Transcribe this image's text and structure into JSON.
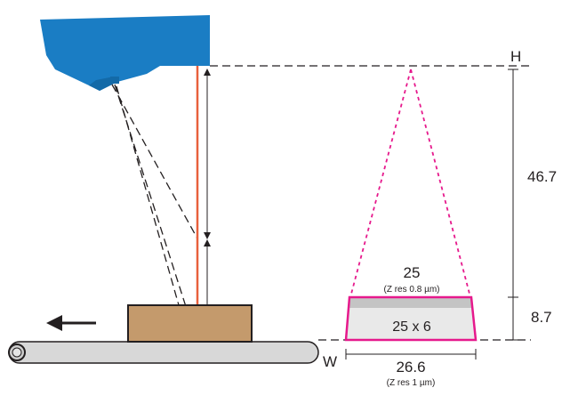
{
  "labels": {
    "top_reference": "H",
    "bottom_reference": "W",
    "height_upper": "46.7",
    "height_lower": "8.7",
    "top_width": "25",
    "top_resolution": "(Z res 0.8 µm)",
    "area_center": "25 x 6",
    "bottom_width": "26.6",
    "bottom_resolution": "(Z res 1 µm)"
  },
  "colors": {
    "sensor": "#1a7dc4",
    "sensor_dark": "#136aa8",
    "laser_line": "#e8603c",
    "field_of_view": "#e6198c",
    "box": "#c49a6c",
    "conveyor": "#d8d8d8",
    "measuring_band": "#c4c4c4",
    "measuring_area": "#e9e9e9"
  },
  "icons": {
    "direction_arrow": "left-arrow-icon",
    "pulley": "pulley-icon"
  }
}
